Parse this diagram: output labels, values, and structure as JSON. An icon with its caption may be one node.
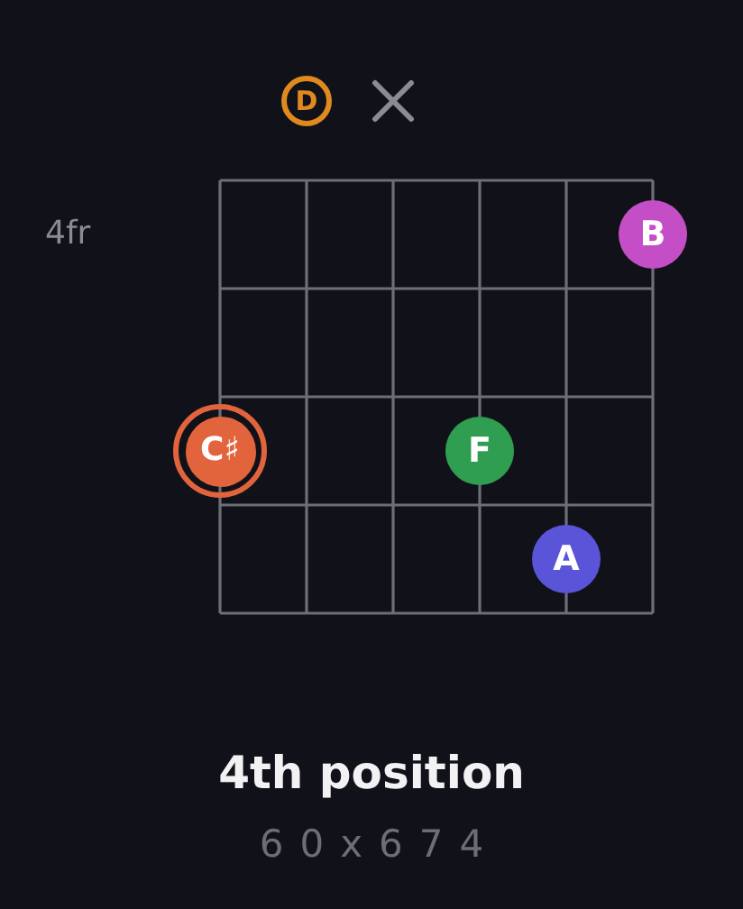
{
  "diagram": {
    "title": "4th position",
    "nodes": [
      {
        "text": [
          "D"
        ]
      },
      {
        "text": [
          "B"
        ]
      },
      {
        "text": [
          "C♯"
        ]
      },
      {
        "text": [
          "F"
        ]
      },
      {
        "text": [
          "A"
        ]
      }
    ],
    "labels": [
      "4fr",
      "60x674"
    ]
  }
}
